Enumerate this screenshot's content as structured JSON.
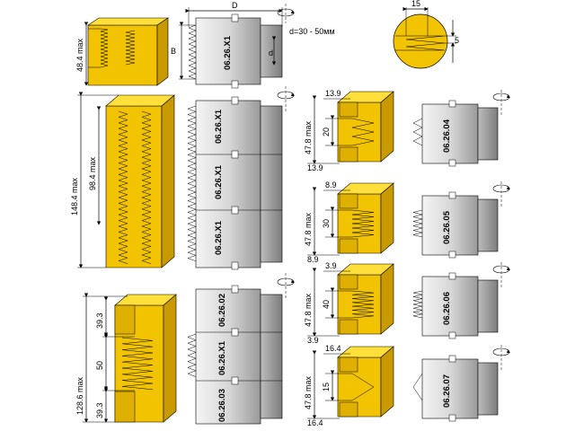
{
  "colors": {
    "yellow": "#f2c300",
    "yellow_dark": "#c89a00",
    "yellow_light": "#ffdf3a",
    "metal": "#dcdcdc",
    "metal_dark": "#a8a8a8",
    "outline": "#000000"
  },
  "top": {
    "dim_D": "D",
    "dim_B": "B",
    "dim_d": "d",
    "d_range": "d=30 - 50мм",
    "left_height": "48.4 max",
    "tool_code": "06.26.X1"
  },
  "detail": {
    "width": "15",
    "height": "5"
  },
  "stack_large": {
    "outer_height": "148.4 max",
    "inner_height": "98.4 max",
    "tool_codes": [
      "06.26.X1",
      "06.26.X1",
      "06.26.X1"
    ]
  },
  "stack_bottom": {
    "outer_height": "128.6 max",
    "seg_top": "39.3",
    "seg_mid": "50",
    "seg_bot": "39.3",
    "tool_codes": [
      "06.26.02",
      "06.26.X1",
      "06.26.03"
    ]
  },
  "profiles": [
    {
      "max": "47.8 max",
      "top_offset": "13.9",
      "height": "20",
      "bottom_offset": "13.9",
      "code": "06.26.04"
    },
    {
      "max": "47.8 max",
      "top_offset": "8.9",
      "height": "30",
      "bottom_offset": "8.9",
      "code": "06.26.05"
    },
    {
      "max": "47.8 max",
      "top_offset": "3.9",
      "height": "40",
      "bottom_offset": "3.9",
      "code": "06.26.06"
    },
    {
      "max": "47.8 max",
      "top_offset": "16.4",
      "height": "15",
      "bottom_offset": "16.4",
      "code": "06.26.07"
    }
  ]
}
